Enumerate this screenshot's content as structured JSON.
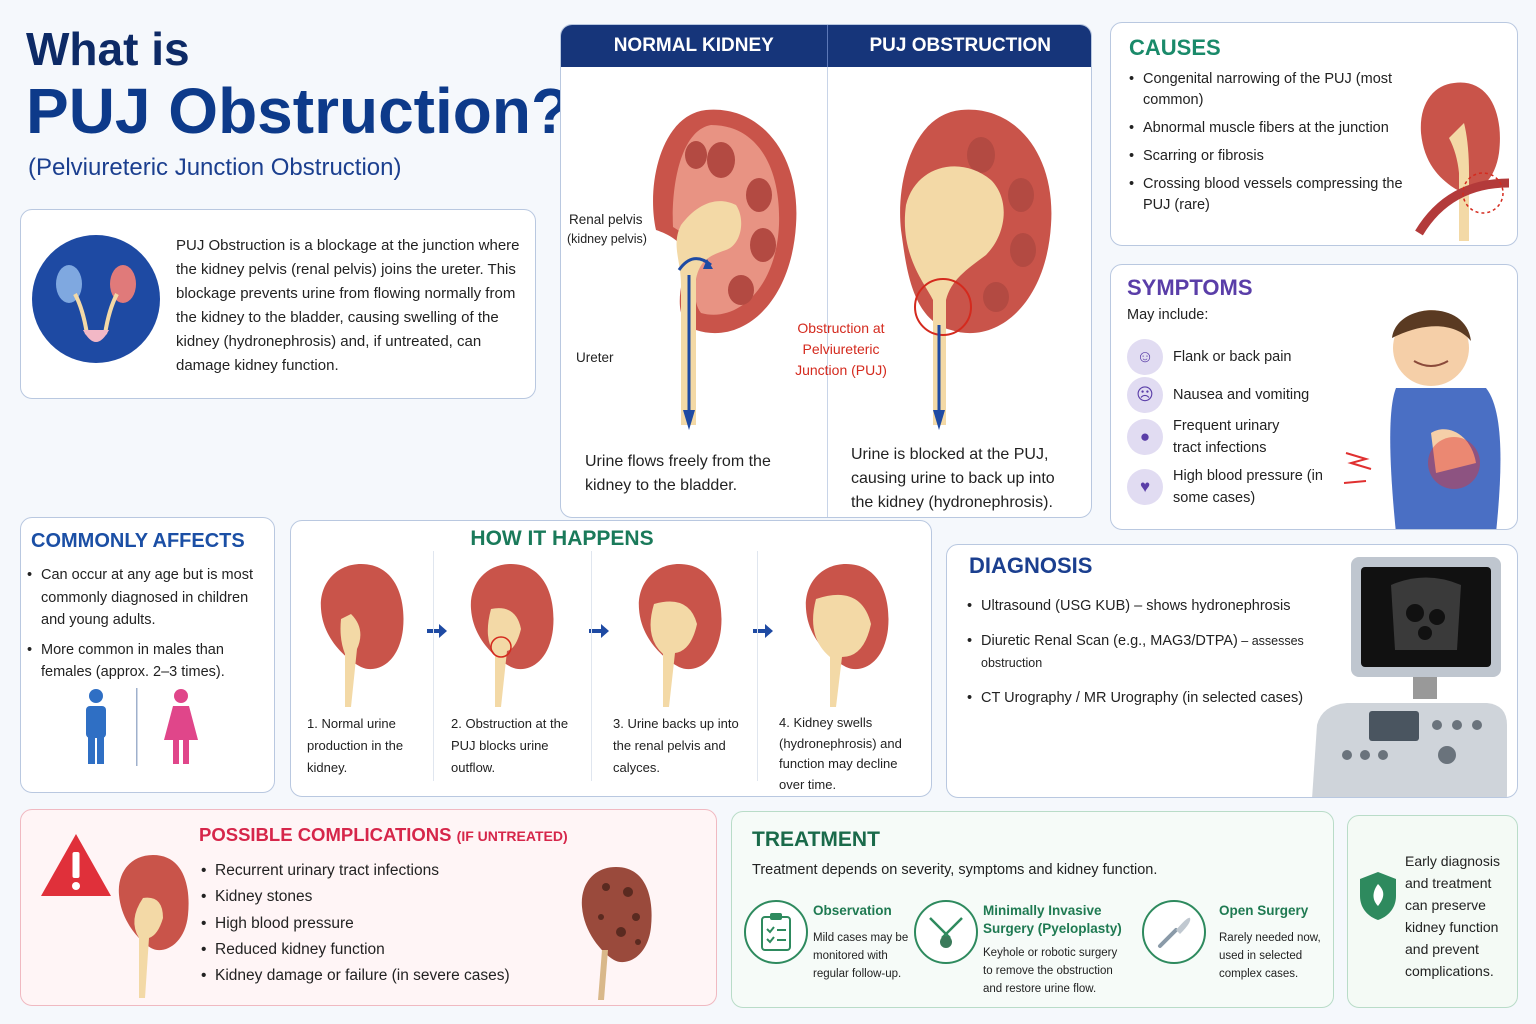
{
  "title": {
    "line1": "What is",
    "line2": "PUJ Obstruction?",
    "subtitle": "(Pelviureteric Junction Obstruction)"
  },
  "definition": "PUJ Obstruction is a blockage at the junction where the kidney pelvis (renal pelvis) joins the ureter. This blockage prevents urine from flowing normally from the kidney to the bladder, causing swelling of the kidney (hydronephrosis) and, if untreated, can damage kidney function.",
  "comparison": {
    "normal_header": "NORMAL KIDNEY",
    "puj_header": "PUJ OBSTRUCTION",
    "label_pelvis": "Renal pelvis",
    "label_pelvis_sub": "(kidney pelvis)",
    "label_ureter": "Ureter",
    "obstruction_label": [
      "Obstruction at",
      "Pelviureteric",
      "Junction (PUJ)"
    ],
    "normal_caption": "Urine flows freely from the kidney to the bladder.",
    "puj_caption": "Urine is blocked at the PUJ, causing urine to back up into the kidney (hydronephrosis)."
  },
  "causes": {
    "title": "CAUSES",
    "items": [
      "Congenital narrowing of the PUJ (most common)",
      "Abnormal muscle fibers at the junction",
      "Scarring or fibrosis",
      "Crossing blood vessels compressing the PUJ (rare)"
    ]
  },
  "symptoms": {
    "title": "SYMPTOMS",
    "intro": "May include:",
    "items": [
      {
        "label": "Flank or back pain",
        "icon": "person-pain-icon"
      },
      {
        "label": "Nausea and vomiting",
        "icon": "nausea-icon"
      },
      {
        "label": "Frequent urinary tract infections",
        "icon": "drop-icon"
      },
      {
        "label": "High blood pressure (in some cases)",
        "icon": "blood-pressure-icon"
      }
    ]
  },
  "affects": {
    "title": "COMMONLY AFFECTS",
    "items": [
      "Can occur at any age but is most commonly diagnosed in children and young adults.",
      "More common in males than females (approx. 2–3 times)."
    ]
  },
  "how": {
    "title": "HOW IT HAPPENS",
    "steps": [
      "1. Normal urine production in the kidney.",
      "2. Obstruction at the PUJ blocks urine outflow.",
      "3. Urine backs up into the renal pelvis and calyces.",
      "4. Kidney swells (hydronephrosis) and function may decline over time."
    ]
  },
  "diagnosis": {
    "title": "DIAGNOSIS",
    "item1": "Ultrasound (USG KUB) – shows hydronephrosis",
    "item2_main": "Diuretic Renal Scan (e.g., MAG3/DTPA)",
    "item2_note": " – assesses obstruction",
    "item3": "CT Urography / MR Urography (in selected cases)"
  },
  "complications": {
    "title": "POSSIBLE COMPLICATIONS",
    "title_note": "(IF UNTREATED)",
    "items": [
      "Recurrent urinary tract infections",
      "Kidney stones",
      "High blood pressure",
      "Reduced kidney function",
      "Kidney damage or failure (in severe cases)"
    ]
  },
  "treatment": {
    "title": "TREATMENT",
    "intro": "Treatment depends on severity, symptoms and kidney function.",
    "options": [
      {
        "name": "Observation",
        "desc": "Mild cases may be monitored with regular follow-up."
      },
      {
        "name": "Minimally Invasive Surgery (Pyeloplasty)",
        "desc": "Keyhole or robotic surgery to remove the obstruction and restore urine flow."
      },
      {
        "name": "Open Surgery",
        "desc": "Rarely needed now, used in selected complex cases."
      }
    ]
  },
  "early": "Early diagnosis and treatment can preserve kidney function and prevent complications.",
  "colors": {
    "navy": "#16357a",
    "causes_green": "#1a8a6a",
    "symptoms_purple": "#5a3ea8",
    "complication_red": "#d6264a",
    "kidney_red": "#c9544a",
    "pelvis_cream": "#f3d9a6"
  }
}
